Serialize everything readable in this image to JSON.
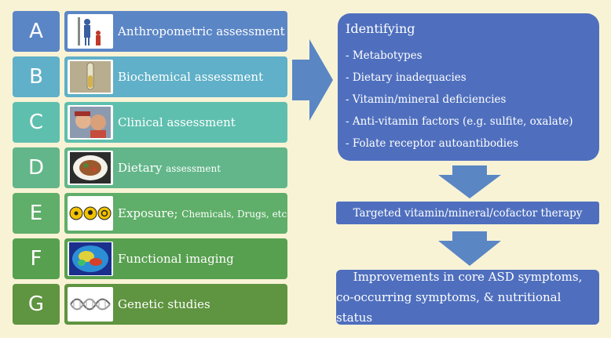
{
  "rows": [
    {
      "letter": "A",
      "label": "Anthropometric assessment",
      "small": "",
      "color": "#5b86c6",
      "icon": "person-measuring-icon"
    },
    {
      "letter": "B",
      "label": "Biochemical assessment",
      "small": "",
      "color": "#5fb0c8",
      "icon": "test-tube-icon"
    },
    {
      "letter": "C",
      "label": "Clinical assessment",
      "small": "",
      "color": "#5fbfae",
      "icon": "children-photo-icon"
    },
    {
      "letter": "D",
      "label": "Dietary ",
      "small": "assessment",
      "color": "#62b689",
      "icon": "food-plate-icon"
    },
    {
      "letter": "E",
      "label": "Exposure; ",
      "small": "Chemicals, Drugs, etc",
      "color": "#5fae69",
      "icon": "hazard-symbols-icon"
    },
    {
      "letter": "F",
      "label": "Functional imaging",
      "small": "",
      "color": "#57a04f",
      "icon": "brain-scan-icon"
    },
    {
      "letter": "G",
      "label": "Genetic studies",
      "small": "",
      "color": "#5f9440",
      "icon": "dna-icon"
    }
  ],
  "identifying": {
    "title": "Identifying",
    "items": [
      "- Metabotypes",
      "- Dietary inadequacies",
      "- Vitamin/mineral deficiencies",
      "- Anti-vitamin factors (e.g. sulfite, oxalate)",
      "- Folate receptor autoantibodies"
    ]
  },
  "therapy": "Targeted vitamin/mineral/cofactor therapy",
  "outcome": {
    "line1": "Improvements in core ASD symptoms,",
    "line2": "co-occurring symptoms, & nutritional status"
  },
  "colors": {
    "panel": "#4f6fbe",
    "arrow": "#5a86c4",
    "background": "#f9f3d6"
  }
}
